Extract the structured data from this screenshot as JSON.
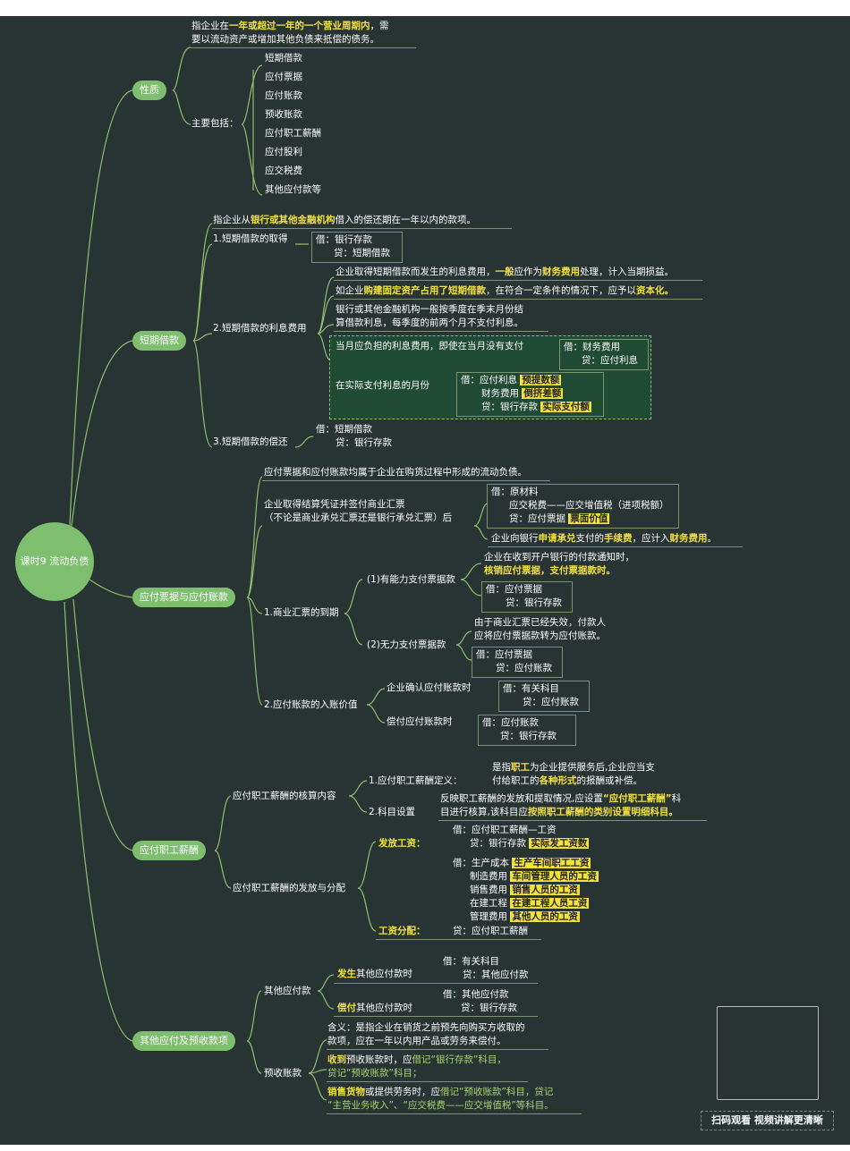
{
  "root": "课时9 流动负债",
  "s1": {
    "title": "性质",
    "def_pre": "指企业在",
    "def_hl": "一年或超过一年的一个营业周期内",
    "def_post": "，需",
    "def_line2": "要以流动资产或增加其他负债来抵偿的债务。",
    "include_label": "主要包括：",
    "items": [
      "短期借款",
      "应付票据",
      "应付账款",
      "预收账款",
      "应付职工薪酬",
      "应付股利",
      "应交税费",
      "其他应付款等"
    ]
  },
  "s2": {
    "title": "短期借款",
    "def_pre": "指企业从",
    "def_hl": "银行或其他金融机构",
    "def_post": "借入的偿还期在一年以内的款项。",
    "obtain": "1.短期借款的取得",
    "obtain_dr": "借：银行存款",
    "obtain_cr": "贷：短期借款",
    "interest": "2.短期借款的利息费用",
    "int1_a": "企业取得短期借款而发生的利息费用，",
    "int1_b": "一般",
    "int1_c": "应作为",
    "int1_d": "财务费用",
    "int1_e": "处理，计入当期损益。",
    "int2_a": "如企业",
    "int2_b": "购建固定资产占用了短期借款",
    "int2_c": "，在符合一定条件的情况下，应予以",
    "int2_d": "资本化。",
    "int3_l1": "银行或其他金融机构一般按季度在季末月份结",
    "int3_l2": "算借款利息，每季度的前两个月不支付利息。",
    "accrue": "当月应负担的利息费用，即使在当月没有支付",
    "accrue_dr": "借：财务费用",
    "accrue_cr": "贷：应付利息",
    "pay": "在实际支付利息的月份",
    "pay_dr1": "借：应付利息",
    "pay_dr1_hl": "预提数额",
    "pay_dr2": "财务费用",
    "pay_dr2_hl": "倒挤差额",
    "pay_cr": "贷：银行存款",
    "pay_cr_hl": "实际支付额",
    "repay": "3.短期借款的偿还",
    "repay_dr": "借：短期借款",
    "repay_cr": "贷：银行存款"
  },
  "s3": {
    "title": "应付票据与应付账款",
    "intro": "应付票据和应付账款均属于企业在购货过程中形成的流动负债。",
    "issue_l1": "企业取得结算凭证并签付商业汇票",
    "issue_l2": "（不论是商业承兑汇票还是银行承兑汇票）后",
    "issue_dr": "借：原材料",
    "issue_dr2": "应交税费——应交增值税（进项税额）",
    "issue_cr": "贷：应付票据",
    "issue_cr_hl": "票面价值",
    "fee_a": "企业向银行",
    "fee_b": "申请承兑",
    "fee_c": "支付的",
    "fee_d": "手续费",
    "fee_e": "，应计入",
    "fee_f": "财务费用",
    "fee_g": "。",
    "maturity": "1.商业汇票的到期",
    "able": "(1)有能力支付票据款",
    "able_note_l1": "企业在收到开户银行的付款通知时，",
    "able_note_l2": "核销应付票据，支付票据款时。",
    "able_dr": "借：应付票据",
    "able_cr": "贷：银行存款",
    "unable": "(2)无力支付票据款",
    "unable_note_l1": "由于商业汇票已经失效，付款人",
    "unable_note_l2": "应将应付票据款转为应付账款。",
    "unable_dr": "借：应付票据",
    "unable_cr": "贷：应付账款",
    "ap": "2.应付账款的入账价值",
    "ap_confirm": "企业确认应付账款时",
    "ap_confirm_dr": "借：有关科目",
    "ap_confirm_cr": "贷：应付账款",
    "ap_pay": "偿付应付账款时",
    "ap_pay_dr": "借：应付账款",
    "ap_pay_cr": "贷：银行存款"
  },
  "s4": {
    "title": "应付职工薪酬",
    "scope": "应付职工薪酬的核算内容",
    "def_label": "1.应付职工薪酬定义：",
    "def_l1_a": "是指",
    "def_l1_b": "职工",
    "def_l1_c": "为企业提供服务后,企业应当支",
    "def_l2_a": "付给职工的",
    "def_l2_b": "各种形式",
    "def_l2_c": "的报酬或补偿。",
    "acct_label": "2.科目设置",
    "acct_l1_a": "反映职工薪酬的发放和提取情况,应设置",
    "acct_l1_b": "“应付职工薪酬”",
    "acct_l1_c": "科",
    "acct_l2_a": "目进行核算,该科目应",
    "acct_l2_b": "按照职工薪酬的类别设置明细科目。",
    "dist": "应付职工薪酬的发放与分配",
    "pay_label": "发放工资：",
    "pay_dr": "借：应付职工薪酬—工资",
    "pay_cr": "贷：银行存款",
    "pay_cr_hl": "实际发工资数",
    "alloc_label": "工资分配：",
    "alloc_dr": "借：生产成本",
    "alloc_dr_hl": "生产车间职工工资",
    "alloc_rows": [
      {
        "acct": "制造费用",
        "hl": "车间管理人员的工资"
      },
      {
        "acct": "销售费用",
        "hl": "销售人员的工资"
      },
      {
        "acct": "在建工程",
        "hl": "在建工程人员工资"
      },
      {
        "acct": "管理费用",
        "hl": "其他人员的工资"
      }
    ],
    "alloc_cr": "贷：应付职工薪酬"
  },
  "s5": {
    "title": "其他应付及预收款项",
    "other": "其他应付款",
    "occur_hl": "发生",
    "occur": "其他应付款时",
    "occur_dr": "借：有关科目",
    "occur_cr": "贷：其他应付款",
    "repay_hl": "偿付",
    "repay": "其他应付款时",
    "repay_dr": "借：其他应付款",
    "repay_cr": "贷：银行存款",
    "adv": "预收账款",
    "adv_def_l1": "含义：是指企业在销货之前预先向购买方收取的",
    "adv_def_l2": "款项，应在一年以内用产品或劳务来偿付。",
    "adv_recv_a": "收到",
    "adv_recv_b": "预收账款时，应",
    "adv_recv_c": "借记“银行存款”科目，",
    "adv_recv_l2": "贷记“预收账款”科目；",
    "adv_sale_a": "销售货物",
    "adv_sale_b": "或提供劳务时，应",
    "adv_sale_c": "借记“预收账款”科目，贷记",
    "adv_sale_l2": "“主营业务收入”、“应交税费——应交增值税”等科目。"
  },
  "qr_caption": "扫码观看 视频讲解更清晰",
  "colors": {
    "background": "#273433",
    "node": "#7dbf6e",
    "highlight": "#f3e23a",
    "accent_green": "#a7d46f"
  }
}
